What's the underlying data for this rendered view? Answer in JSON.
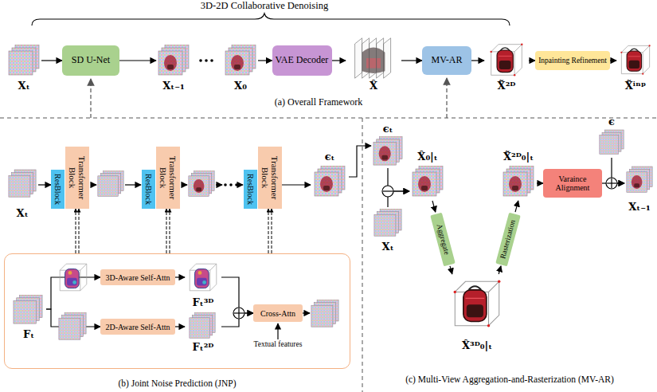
{
  "diagram": {
    "title": "3D-2D Collaborative Denoising",
    "nodes": [
      {
        "text": [
          "Xₜ"
        ]
      },
      {
        "text": [
          "SD U-Net"
        ]
      },
      {
        "text": [
          "Xₜ₋₁"
        ]
      },
      {
        "text": [
          "X₀"
        ]
      },
      {
        "text": [
          "VAE Decoder"
        ]
      },
      {
        "text": [
          "X̂"
        ]
      },
      {
        "text": [
          "MV-AR"
        ]
      },
      {
        "text": [
          "X̃²ᴰ"
        ]
      },
      {
        "text": [
          "Inpainting Refinement"
        ]
      },
      {
        "text": [
          "X̃ⁱⁿᵖ"
        ]
      },
      {
        "text": [
          "Xₜ"
        ]
      },
      {
        "text": [
          "ResBlock"
        ]
      },
      {
        "text": [
          "Transformer Block"
        ]
      },
      {
        "text": [
          "ResBlock"
        ]
      },
      {
        "text": [
          "Transformer Block"
        ]
      },
      {
        "text": [
          "ResBlock"
        ]
      },
      {
        "text": [
          "Transformer Block"
        ]
      },
      {
        "text": [
          "ϵₜ"
        ]
      },
      {
        "text": [
          "(b) Joint Noise Prediction (JNP)"
        ]
      },
      {
        "text": [
          "Fₜ"
        ],
        "in": 18
      },
      {
        "text": [
          "3D-Aware Self-Attn"
        ],
        "in": 18
      },
      {
        "text": [
          "Fₜ³ᴰ"
        ],
        "in": 18
      },
      {
        "text": [
          "2D-Aware Self-Attn"
        ],
        "in": 18
      },
      {
        "text": [
          "Fₜ²ᴰ"
        ],
        "in": 18
      },
      {
        "text": [
          "Cross-Attn"
        ],
        "in": 18
      },
      {
        "text": [
          "ϵₜ"
        ]
      },
      {
        "text": [
          "X̂₀|ₜ"
        ]
      },
      {
        "text": [
          "Xₜ"
        ]
      },
      {
        "text": [
          "Aggregate"
        ]
      },
      {
        "text": [
          "X̂³ᴰ₀|ₜ"
        ]
      },
      {
        "text": [
          "Rasterization"
        ]
      },
      {
        "text": [
          "X̃²ᴰ₀|ₜ"
        ]
      },
      {
        "text": [
          "Varaince Alignment"
        ]
      },
      {
        "text": [
          "ϵ"
        ]
      },
      {
        "text": [
          "Xₜ₋₁"
        ]
      }
    ],
    "edges": [
      {
        "from": 0,
        "to": 1,
        "arrow": "to"
      },
      {
        "from": 1,
        "to": 2,
        "arrow": "to"
      },
      {
        "from": 3,
        "to": 4,
        "arrow": "to"
      },
      {
        "from": 4,
        "to": 5,
        "arrow": "to"
      },
      {
        "from": 5,
        "to": 6,
        "arrow": "to"
      },
      {
        "from": 6,
        "to": 7,
        "arrow": "to"
      },
      {
        "from": 7,
        "to": 8,
        "arrow": "to"
      },
      {
        "from": 8,
        "to": 9,
        "arrow": "to"
      },
      {
        "from": 10,
        "to": 11,
        "arrow": "to"
      },
      {
        "from": 16,
        "to": 17,
        "arrow": "to"
      },
      {
        "from": 18,
        "to": 12,
        "arrow": "to"
      },
      {
        "from": 18,
        "to": 14,
        "arrow": "to"
      },
      {
        "from": 18,
        "to": 16,
        "arrow": "to"
      },
      {
        "from": 19,
        "to": 20,
        "arrow": "to"
      },
      {
        "from": 19,
        "to": 22,
        "arrow": "to"
      },
      {
        "from": 20,
        "to": 21,
        "arrow": "to"
      },
      {
        "from": 22,
        "to": 23,
        "arrow": "to"
      },
      {
        "from": 21,
        "to": 24,
        "arrow": "to"
      },
      {
        "from": 23,
        "to": 24,
        "arrow": "to"
      },
      {
        "from": 17,
        "to": 25,
        "arrow": "to"
      },
      {
        "from": 25,
        "to": 26,
        "arrow": "to"
      },
      {
        "from": 27,
        "to": 26,
        "arrow": "to"
      },
      {
        "from": 26,
        "to": 28,
        "arrow": "to"
      },
      {
        "from": 28,
        "to": 29,
        "arrow": "to"
      },
      {
        "from": 29,
        "to": 30,
        "arrow": "to"
      },
      {
        "from": 30,
        "to": 31,
        "arrow": "to"
      },
      {
        "from": 31,
        "to": 32,
        "arrow": "to"
      },
      {
        "from": 32,
        "to": 34,
        "arrow": "to"
      },
      {
        "from": 33,
        "to": 34,
        "arrow": "to"
      }
    ],
    "labels": [
      "(a) Overall Framework",
      "Textual features",
      "(c) Multi-View Aggregation-and-Rasterization (MV-AR)"
    ]
  }
}
